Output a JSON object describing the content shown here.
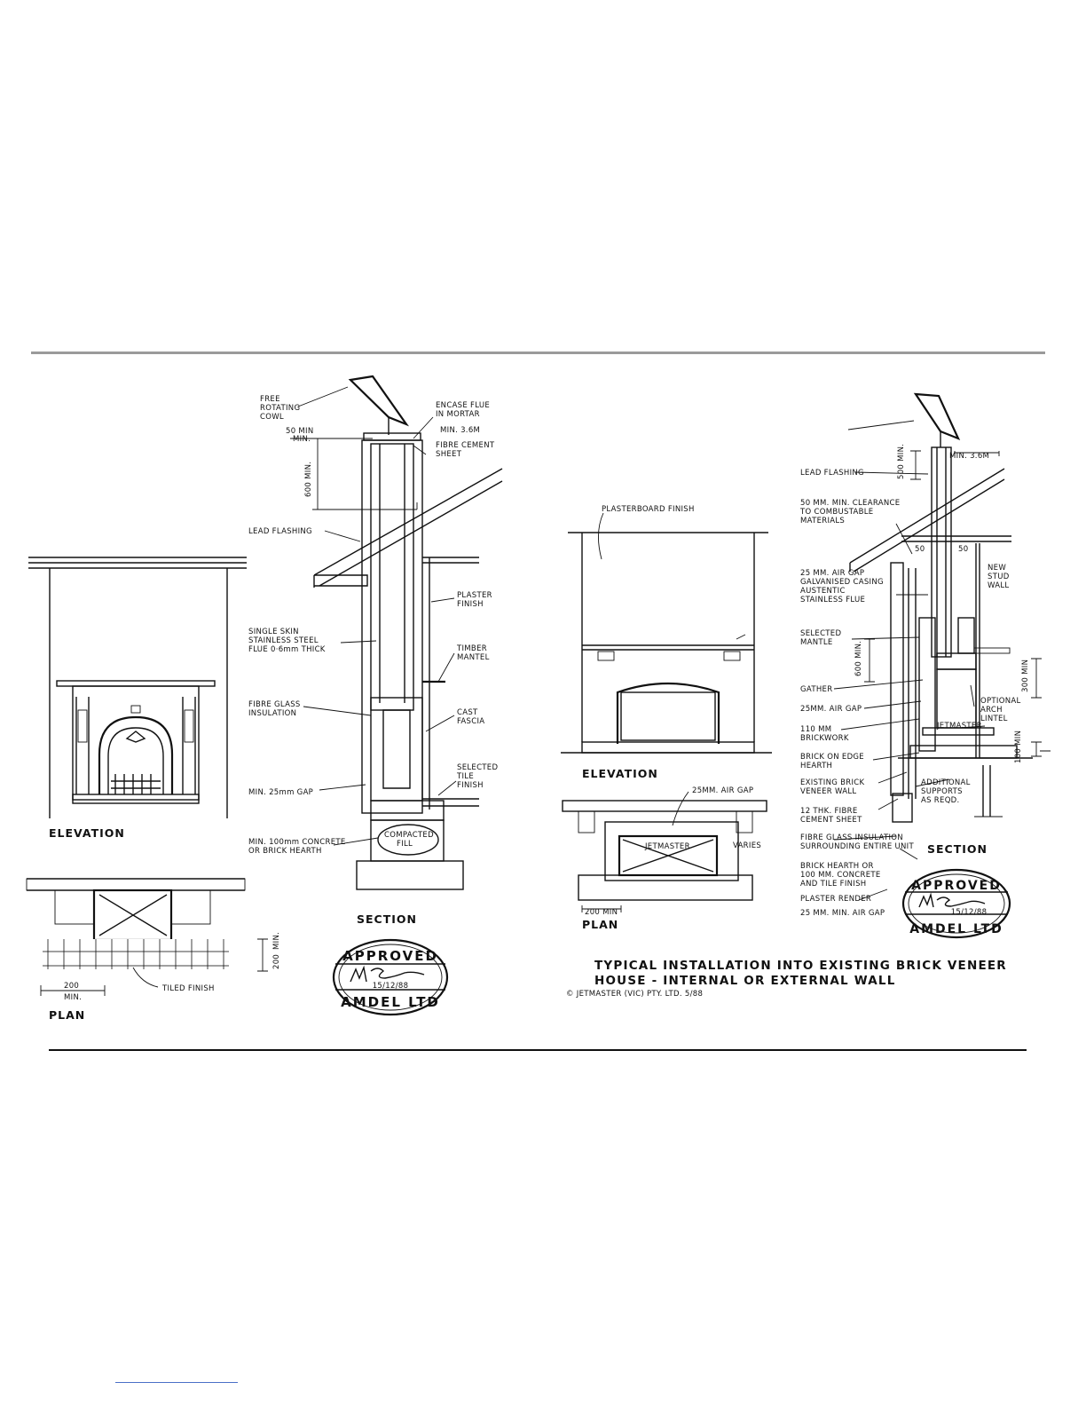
{
  "left_drawing": {
    "elevation_title": "ELEVATION",
    "plan_title": "PLAN",
    "section_title": "SECTION",
    "plan_labels": {
      "tiled_finish": "TILED FINISH",
      "min_200_a": "200",
      "min_200_b": "MIN.",
      "min_200_v_a": "200",
      "min_200_v_b": "MIN."
    },
    "section_labels": {
      "free_rotating_1": "FREE",
      "free_rotating_2": "ROTATING",
      "free_rotating_3": "COWL",
      "encase_1": "ENCASE FLUE",
      "encase_2": "IN MORTAR",
      "min36": "MIN. 3.6M",
      "fibre_cement_1": "FIBRE CEMENT",
      "fibre_cement_2": "SHEET",
      "fifty_min_1": "50 MIN",
      "fifty_min_2": "MIN.",
      "six_hundred": "600 MIN.",
      "lead_flashing": "LEAD FLASHING",
      "plaster_1": "PLASTER",
      "plaster_2": "FINISH",
      "single_1": "SINGLE SKIN",
      "single_2": "STAINLESS STEEL",
      "single_3": "FLUE 0·6mm THICK",
      "timber_1": "TIMBER",
      "timber_2": "MANTEL",
      "fibre_glass_1": "FIBRE GLASS",
      "fibre_glass_2": "INSULATION",
      "cast_1": "CAST",
      "cast_2": "FASCIA",
      "selected_1": "SELECTED",
      "selected_2": "TILE",
      "selected_3": "FINISH",
      "min_gap": "MIN. 25mm GAP",
      "compacted_1": "COMPACTED",
      "compacted_2": "FILL",
      "hearth_1": "MIN. 100mm CONCRETE",
      "hearth_2": "OR BRICK HEARTH"
    },
    "stamp": {
      "top": "APPROVED",
      "bottom": "AMDEL LTD",
      "date": "15/12/88"
    }
  },
  "right_drawing": {
    "elevation_title": "ELEVATION",
    "plan_title": "PLAN",
    "section_title": "SECTION",
    "elevation_labels": {
      "plasterboard": "PLASTERBOARD FINISH"
    },
    "plan_labels": {
      "air_gap": "25MM. AIR GAP",
      "jetmaster": "JETMASTER",
      "two_hundred_min": "200 MIN",
      "varies": "VARIES"
    },
    "section_labels": {
      "min36": "MIN. 3.6M",
      "lead_flashing": "LEAD FLASHING",
      "five_hundred": "500 MIN.",
      "clearance_1": "50 MM. MIN. CLEARANCE",
      "clearance_2": "TO COMBUSTABLE",
      "clearance_3": "MATERIALS",
      "fifty_a": "50",
      "fifty_b": "50",
      "new_stud_1": "NEW",
      "new_stud_2": "STUD",
      "new_stud_3": "WALL",
      "airgap_1": "25 MM. AIR GAP",
      "airgap_2": "GALVANISED CASING",
      "airgap_3": "AUSTENTIC",
      "airgap_4": "STAINLESS FLUE",
      "mantle_1": "SELECTED",
      "mantle_2": "MANTLE",
      "six_hundred": "600 MIN.",
      "three_hundred": "300 MIN",
      "gather": "GATHER",
      "airgap25": "25MM. AIR GAP",
      "optional_1": "OPTIONAL",
      "optional_2": "ARCH",
      "optional_3": "LINTEL",
      "brickwork_1": "110 MM",
      "brickwork_2": "BRICKWORK",
      "jetmaster": "JETMASTER",
      "brick_edge_1": "BRICK ON EDGE",
      "brick_edge_2": "HEARTH",
      "hundred_min": "100 MIN",
      "existing_1": "EXISTING BRICK",
      "existing_2": "VENEER WALL",
      "additional_1": "ADDITIONAL",
      "additional_2": "SUPPORTS",
      "additional_3": "AS REQD.",
      "fibre_cement_1": "12 THK. FIBRE",
      "fibre_cement_2": "CEMENT SHEET",
      "insulation_1": "FIBRE GLASS INSULATION",
      "insulation_2": "SURROUNDING ENTIRE UNIT",
      "hearth_1": "BRICK HEARTH OR",
      "hearth_2": "100 MM. CONCRETE",
      "hearth_3": "AND TILE FINISH",
      "plaster_render": "PLASTER RENDER",
      "min_airgap": "25 MM. MIN. AIR GAP"
    },
    "caption_1": "TYPICAL INSTALLATION INTO EXISTING BRICK VENEER",
    "caption_2": "HOUSE - INTERNAL OR EXTERNAL WALL",
    "copyright": "© JETMASTER (VIC) PTY. LTD. 5/88",
    "stamp": {
      "top": "APPROVED",
      "bottom": "AMDEL LTD",
      "date": "15/12/88"
    }
  }
}
